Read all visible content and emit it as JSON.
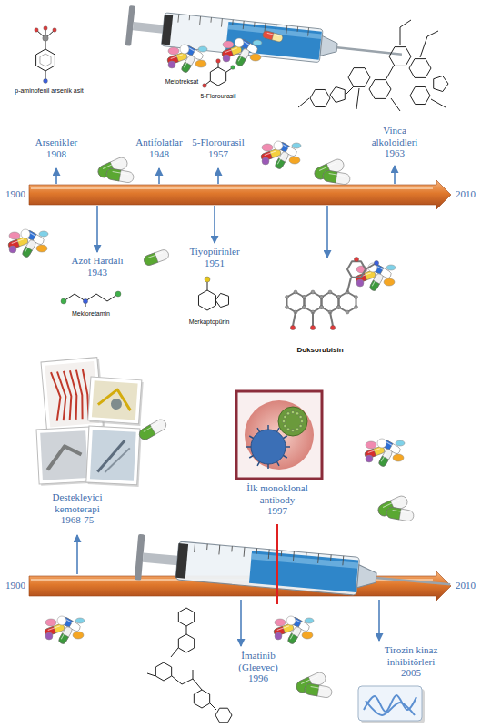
{
  "diagram": {
    "labels": [
      "p-aminofenil arsenik asit",
      "Arsenikler",
      "1908",
      "Metotreksat",
      "Antifolatlar",
      "1948",
      "5-Florourasil",
      "5-Florourasil",
      "1957",
      "Vinca alkoloidleri",
      "1963",
      "1900",
      "2010",
      "Azot Hardalı",
      "1943",
      "Mekloretamin",
      "Tiyopürinler",
      "1951",
      "Merkaptopürin",
      "Doksorubisin",
      "Destekleyici kemoterapi",
      "1968-75",
      "İlk monoklonal antibody",
      "1997",
      "1900",
      "2010",
      "İmatinib (Gleevec)",
      "1996",
      "Tirozin kinaz inhibitörleri",
      "2005"
    ]
  }
}
